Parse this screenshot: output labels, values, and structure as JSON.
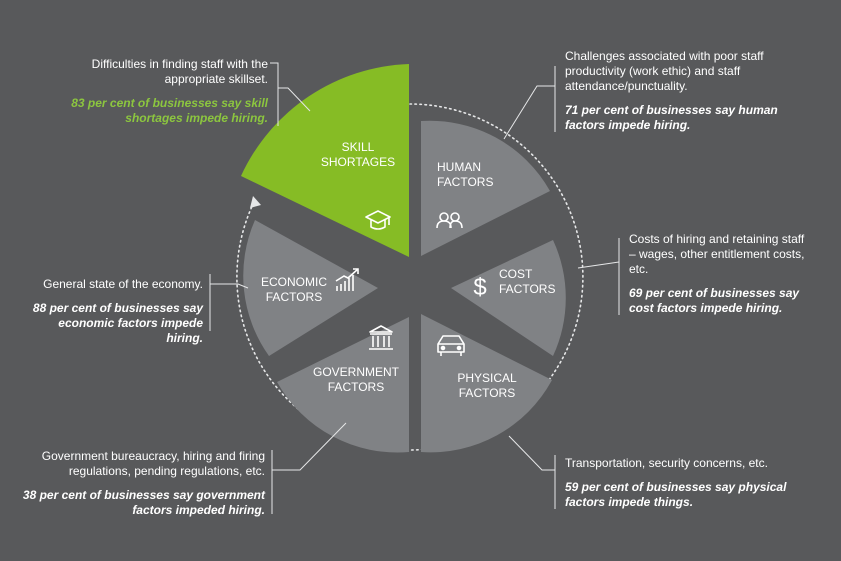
{
  "colors": {
    "background": "#58595b",
    "segment": "#808285",
    "highlight": "#86bc25",
    "line": "#e6e7e8",
    "stat_green": "#8cc63f"
  },
  "segments": {
    "skill": {
      "label_line1": "SKILL",
      "label_line2": "SHORTAGES",
      "icon": "graduation-cap-icon"
    },
    "human": {
      "label_line1": "HUMAN",
      "label_line2": "FACTORS",
      "icon": "people-icon"
    },
    "cost": {
      "label_line1": "COST",
      "label_line2": "FACTORS",
      "icon": "dollar-icon"
    },
    "physical": {
      "label_line1": "PHYSICAL",
      "label_line2": "FACTORS",
      "icon": "car-icon"
    },
    "government": {
      "label_line1": "GOVERNMENT",
      "label_line2": "FACTORS",
      "icon": "government-building-icon"
    },
    "economic": {
      "label_line1": "ECONOMIC",
      "label_line2": "FACTORS",
      "icon": "rising-chart-icon"
    }
  },
  "annotations": {
    "skill": {
      "desc": "Difficulties in finding staff with the appropriate skillset.",
      "stat": "83 per cent of businesses say skill shortages impede hiring."
    },
    "human": {
      "desc": "Challenges associated with poor staff productivity (work ethic) and staff attendance/punctuality.",
      "stat": "71 per cent of businesses say human factors impede hiring."
    },
    "cost": {
      "desc": "Costs of hiring and retaining staff – wages, other entitlement costs, etc.",
      "stat": "69 per cent of businesses say cost factors impede hiring."
    },
    "physical": {
      "desc": "Transportation, security concerns, etc.",
      "stat": "59 per cent of businesses say physical factors impede things."
    },
    "government": {
      "desc": "Government bureaucracy, hiring and firing regulations, pending regulations, etc.",
      "stat": "38 per cent of businesses say government factors impeded hiring."
    },
    "economic": {
      "desc": "General state of the economy.",
      "stat": "88 per cent of businesses say economic factors impede hiring."
    }
  }
}
